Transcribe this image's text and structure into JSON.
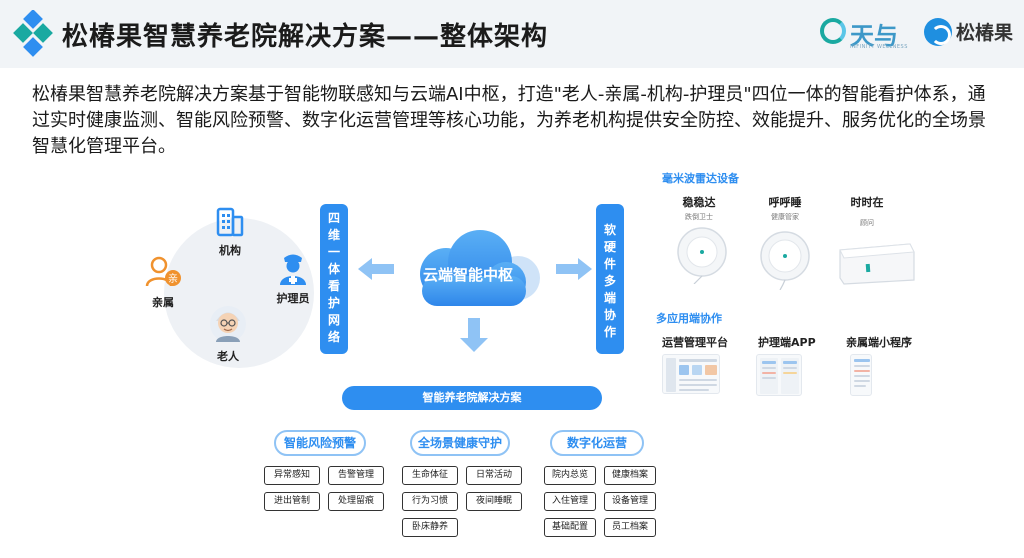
{
  "header": {
    "title": "松椿果智慧养老院解决方案——整体架构",
    "brand_tianyu": "天与",
    "brand_tianyu_sub": "INFINITY WELLNESS",
    "brand_songchunguo": "松椿果"
  },
  "intro": {
    "text": "松椿果智慧养老院解决方案基于智能物联感知与云端AI中枢，打造\"老人-亲属-机构-护理员\"四位一体的智能看护体系，通过实时健康监测、智能风险预警、数字化运营管理等核心功能，为养老机构提供安全防控、效能提升、服务优化的全场景智慧化管理平台。"
  },
  "roles": {
    "jigou": "机构",
    "qinshu": "亲属",
    "qinshu_badge": "亲",
    "huliyuan": "护理员",
    "laoren": "老人"
  },
  "left_bar": {
    "chars": [
      "四",
      "维",
      "一",
      "体",
      "看",
      "护",
      "网",
      "络"
    ]
  },
  "right_bar": {
    "chars": [
      "软",
      "硬",
      "件",
      "多",
      "端",
      "协",
      "作"
    ]
  },
  "cloud": {
    "label": "云端智能中枢"
  },
  "solution": {
    "label": "智能养老院解决方案"
  },
  "categories": [
    {
      "label": "智能风险预警",
      "items": [
        "异常感知",
        "告警管理",
        "进出管制",
        "处理留痕"
      ]
    },
    {
      "label": "全场景健康守护",
      "items": [
        "生命体征",
        "日常活动",
        "行为习惯",
        "夜间睡眠",
        "卧床静养"
      ]
    },
    {
      "label": "数字化运营",
      "items": [
        "院内总览",
        "健康档案",
        "入住管理",
        "设备管理",
        "基础配置",
        "员工档案"
      ]
    }
  ],
  "devices": {
    "section_title": "毫米波雷达设备",
    "items": [
      {
        "name": "稳稳达",
        "sub": "跌倒卫士"
      },
      {
        "name": "呼呼睡",
        "sub": "健康管家"
      },
      {
        "name": "时时在",
        "sub": "顾问"
      }
    ]
  },
  "apps": {
    "section_title": "多应用端协作",
    "items": [
      {
        "name": "运营管理平台"
      },
      {
        "name": "护理端APP"
      },
      {
        "name": "亲属端小程序"
      }
    ]
  },
  "colors": {
    "primary_blue": "#2e8ef0",
    "light_blue": "#8fc3f5",
    "cloud_blue": "#3b9cf2",
    "teal": "#1aa9a1",
    "header_bg": "#f1f4f7"
  }
}
